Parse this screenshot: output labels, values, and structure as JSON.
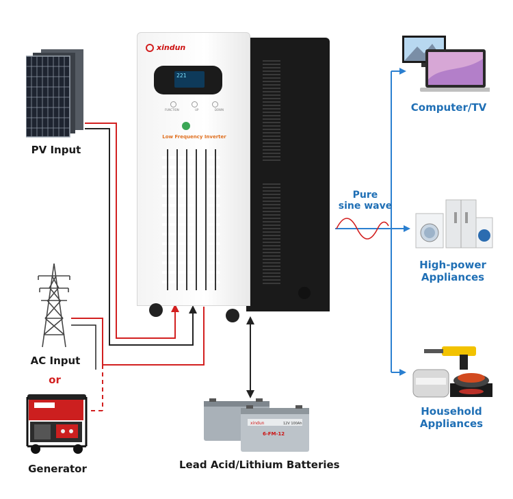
{
  "inverter": {
    "brand": "xindun",
    "product_label": "Low Frequency Inverter",
    "display_value": "221",
    "buttons": [
      "FUNCTION",
      "UP",
      "DOWN"
    ]
  },
  "inputs": {
    "pv_label": "PV Input",
    "ac_label": "AC Input",
    "or_label": "or",
    "generator_label": "Generator"
  },
  "battery": {
    "label": "Lead Acid/Lithium Batteries",
    "brand": "xindun",
    "model": "6-FM-12",
    "rating": "12V 100Ah"
  },
  "output": {
    "wave_label_line1": "Pure",
    "wave_label_line2": "sine wave",
    "loads": [
      {
        "label": "Computer/TV"
      },
      {
        "label_line1": "High-power",
        "label_line2": "Appliances"
      },
      {
        "label_line1": "Household",
        "label_line2": "Appliances"
      }
    ]
  },
  "colors": {
    "positive_wire": "#d21f1f",
    "negative_wire": "#222222",
    "output_line": "#2a7fd0",
    "label_blue": "#1f6fb5"
  },
  "icons": [
    "solar-panel-icon",
    "power-tower-icon",
    "generator-icon",
    "battery-icon",
    "computer-tv-icon",
    "appliances-icon",
    "household-icon"
  ]
}
